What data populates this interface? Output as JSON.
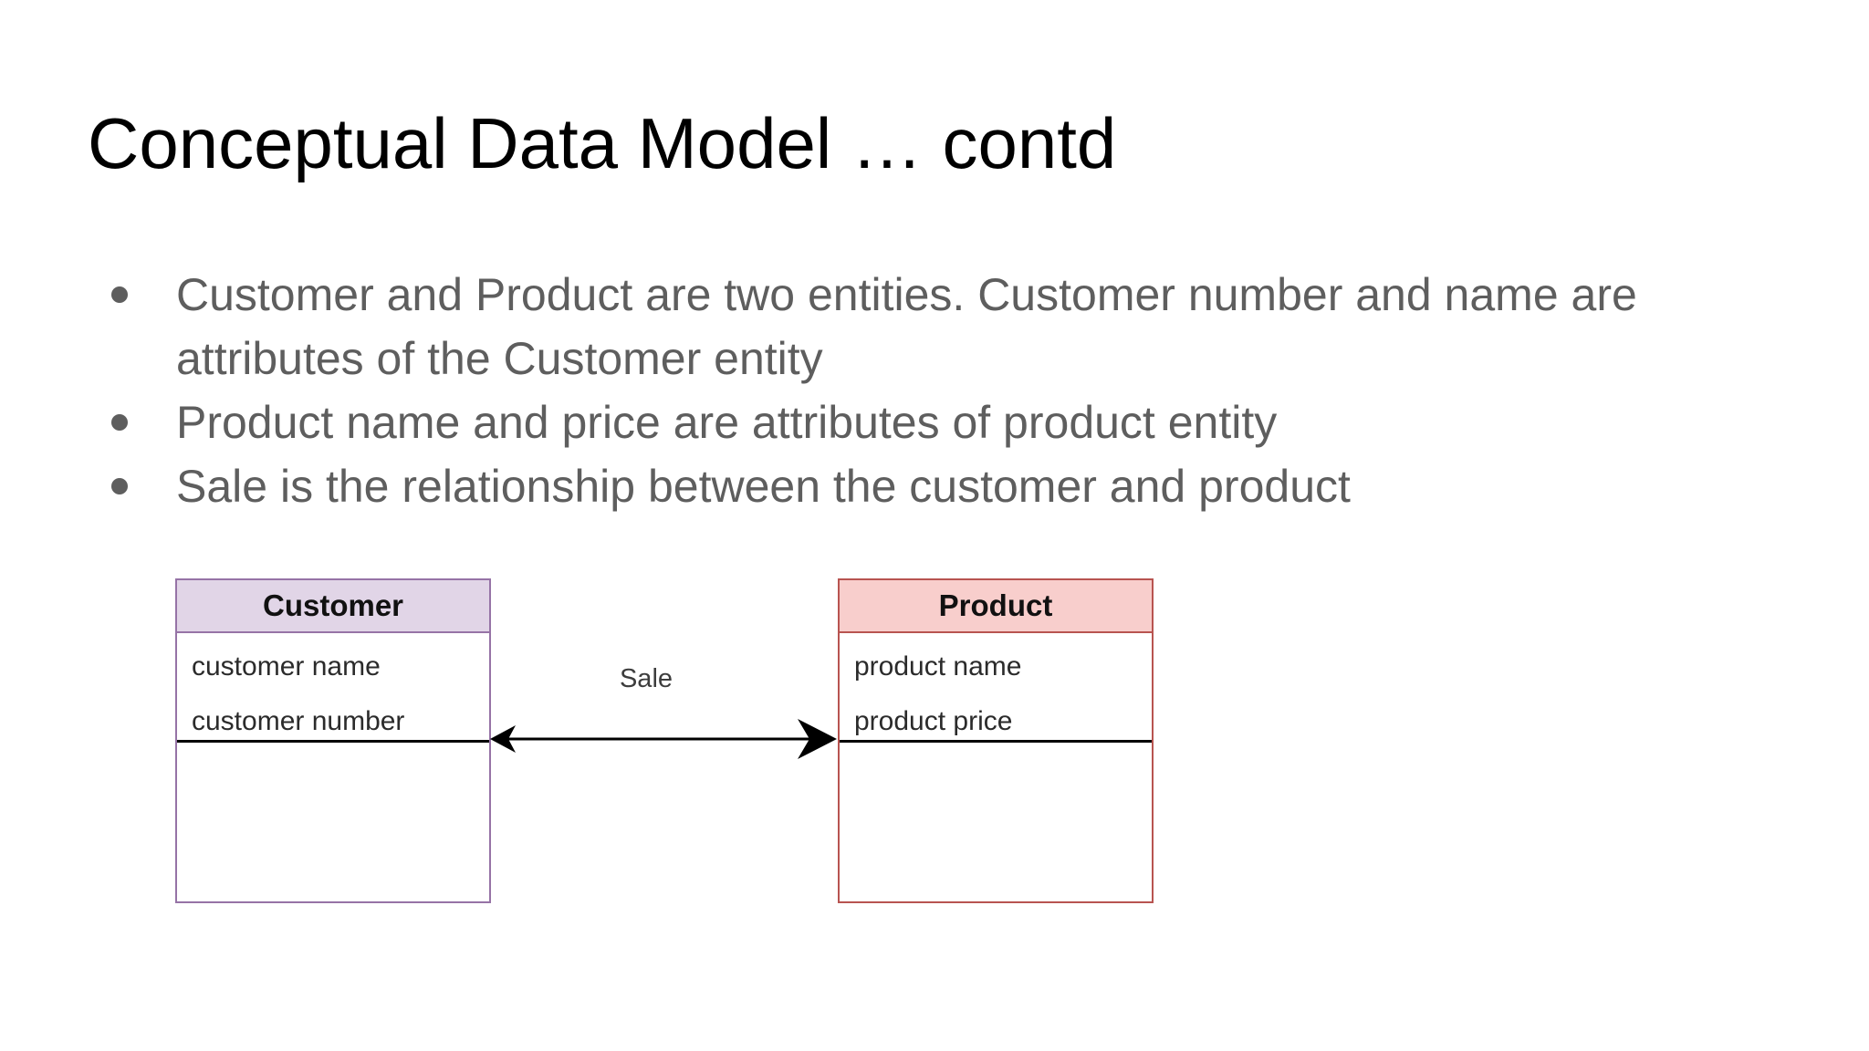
{
  "slide": {
    "title": "Conceptual Data Model … contd",
    "bullets": [
      "Customer and Product are two entities. Customer number and name are attributes of the Customer entity",
      "Product name and price are attributes of product entity",
      "Sale is the relationship between the customer and product"
    ],
    "text_color": "#5e5e5e",
    "title_color": "#000000"
  },
  "diagram": {
    "type": "entity-relationship",
    "relationship": {
      "label": "Sale",
      "style": "double-headed-arrow",
      "color": "#000000"
    },
    "entities": [
      {
        "name": "Customer",
        "attributes": [
          "customer name",
          "customer number"
        ],
        "border_color": "#9673a6",
        "header_fill": "#e1d5e7"
      },
      {
        "name": "Product",
        "attributes": [
          "product name",
          "product price"
        ],
        "border_color": "#b85450",
        "header_fill": "#f8cecc"
      }
    ]
  }
}
